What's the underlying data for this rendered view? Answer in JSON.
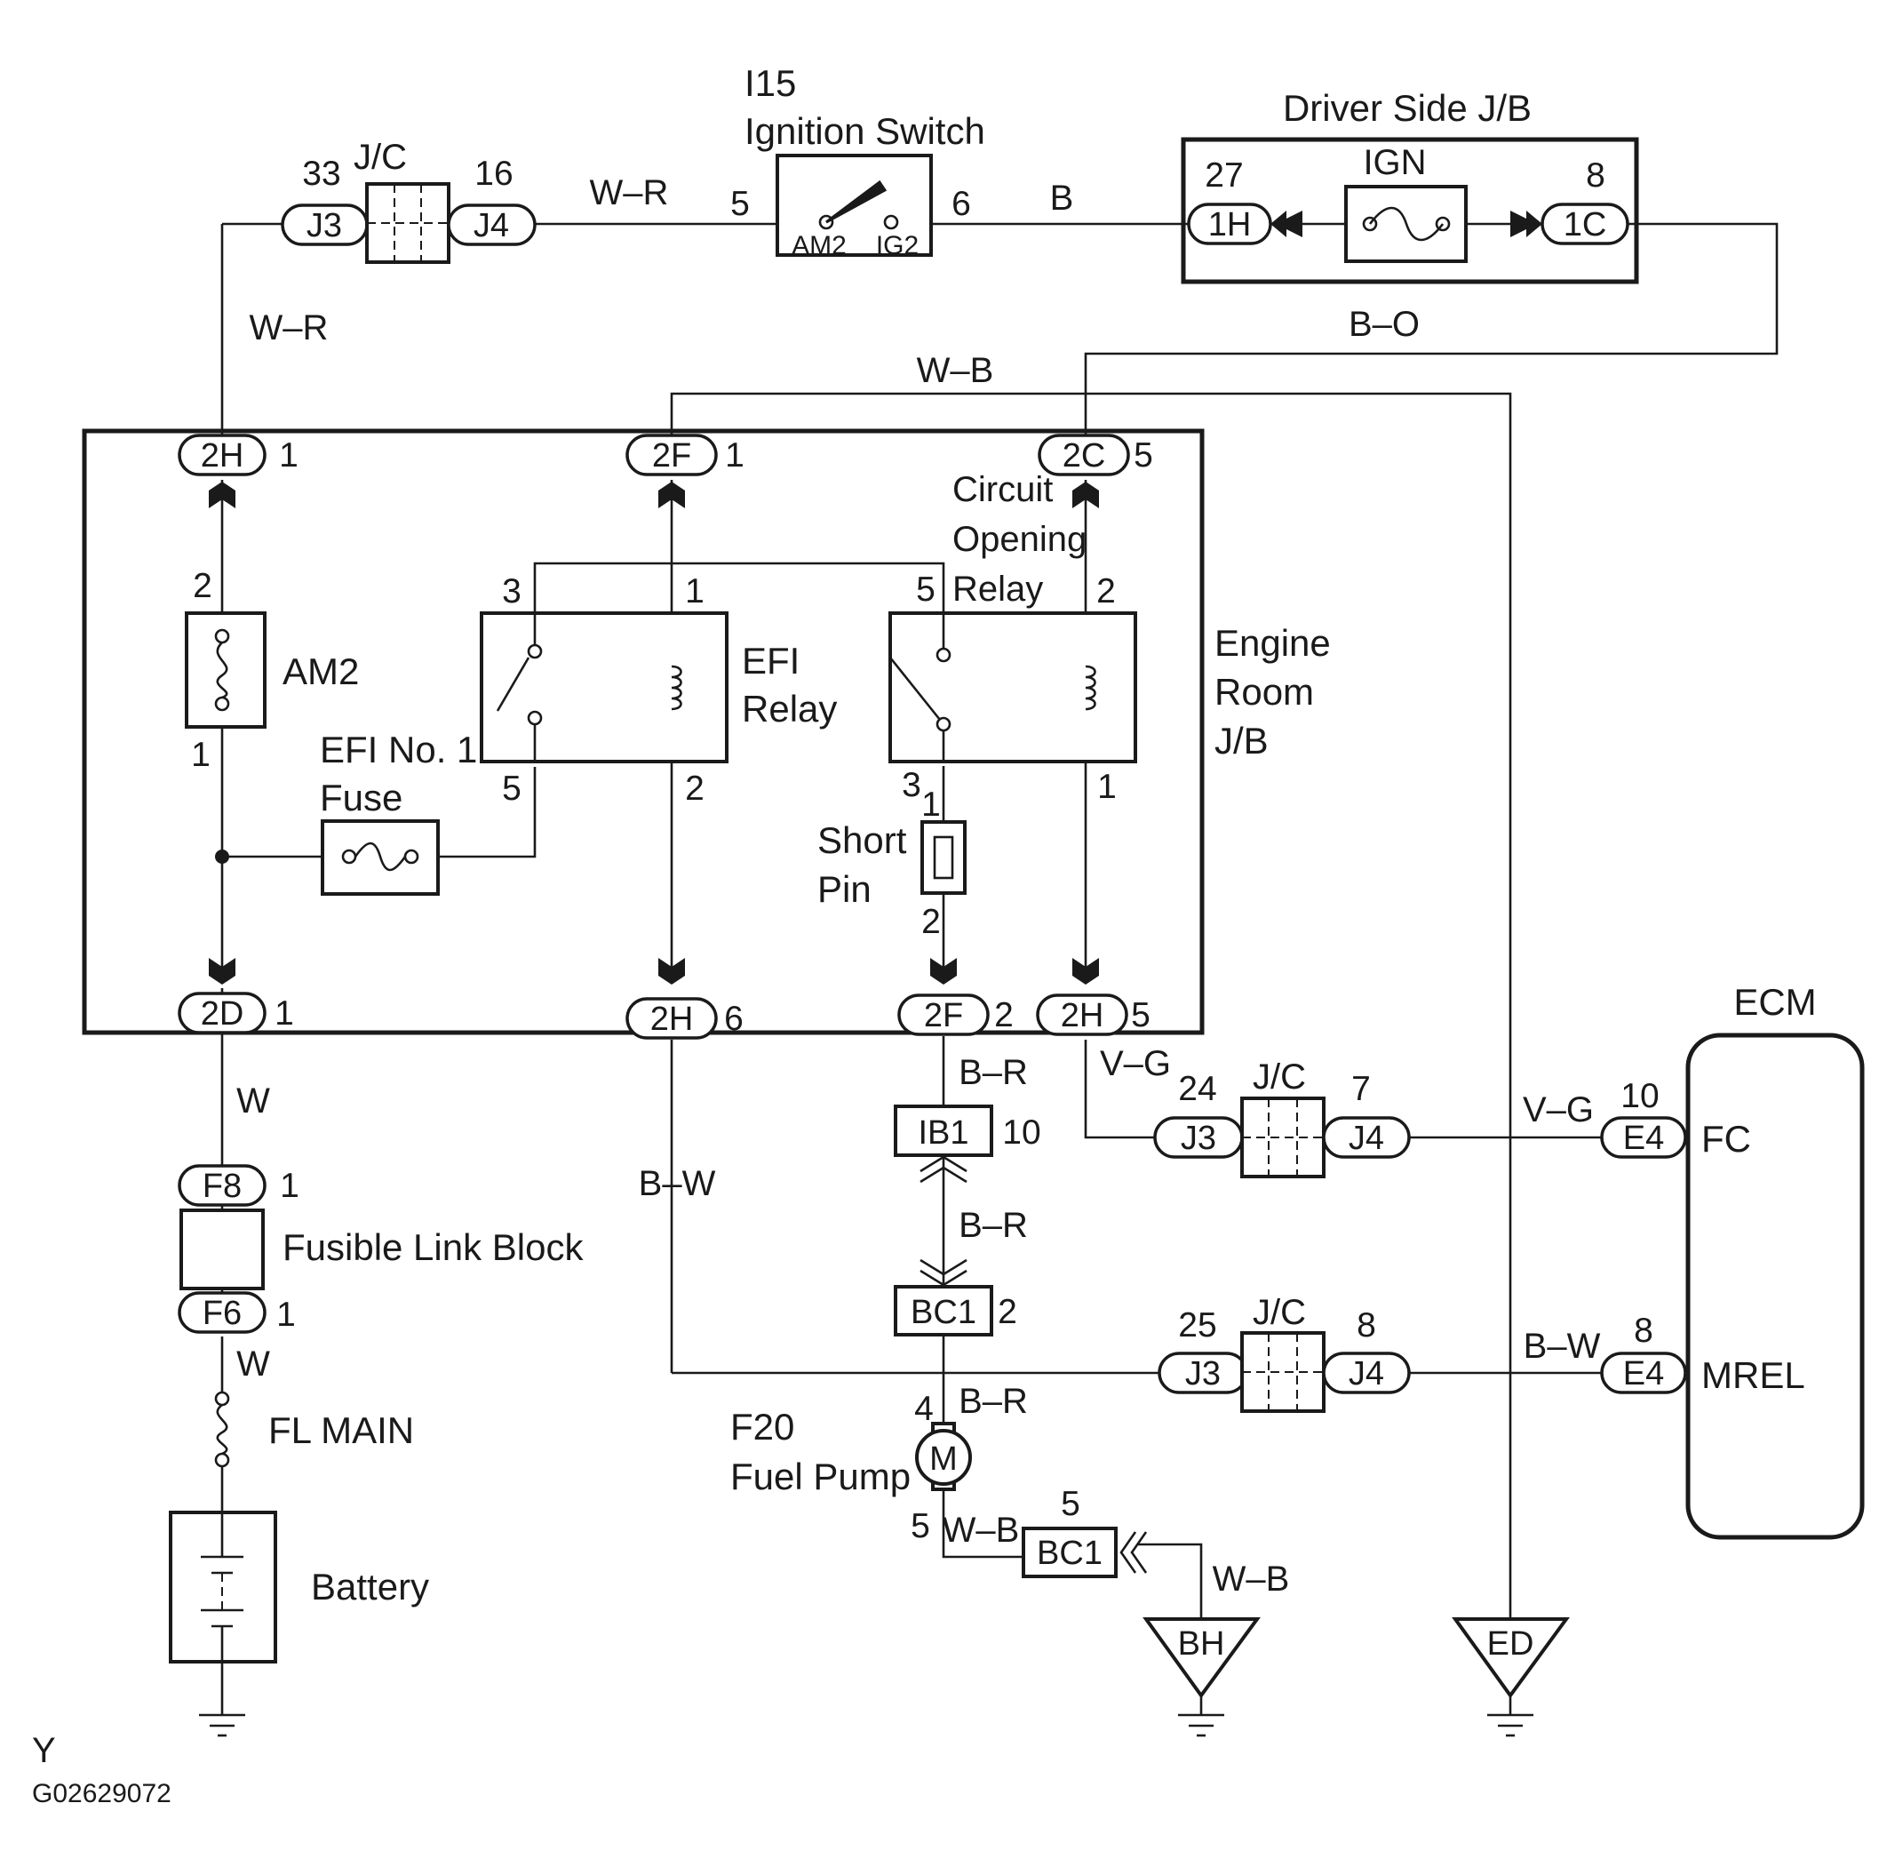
{
  "ignition_switch": {
    "code": "I15",
    "name": "Ignition Switch",
    "term_am2": "AM2",
    "term_ig2": "IG2",
    "pin_in": "5",
    "pin_out": "6"
  },
  "driver_jb": {
    "name": "Driver Side J/B",
    "fuse": "IGN",
    "left_conn": "1H",
    "left_pin": "27",
    "right_conn": "1C",
    "right_pin": "8"
  },
  "jc_top": {
    "name": "J/C",
    "left_conn": "J3",
    "left_pin": "33",
    "right_conn": "J4",
    "right_pin": "16"
  },
  "engine_jb": {
    "name_line1": "Engine",
    "name_line2": "Room",
    "name_line3": "J/B",
    "top_connectors": [
      {
        "name": "2H",
        "pin": "1"
      },
      {
        "name": "2F",
        "pin": "1"
      },
      {
        "name": "2C",
        "pin": "5"
      }
    ],
    "bottom_connectors": [
      {
        "name": "2D",
        "pin": "1"
      },
      {
        "name": "2H",
        "pin": "6"
      },
      {
        "name": "2F",
        "pin": "2"
      },
      {
        "name": "2H",
        "pin": "5"
      }
    ],
    "am2_fuse": {
      "name": "AM2",
      "pin_top": "2",
      "pin_bottom": "1"
    },
    "efi_fuse": {
      "line1": "EFI No. 1",
      "line2": "Fuse"
    },
    "efi_relay": {
      "line1": "EFI",
      "line2": "Relay",
      "pin_3": "3",
      "pin_1": "1",
      "pin_5": "5",
      "pin_2": "2"
    },
    "circuit_relay": {
      "line1": "Circuit",
      "line2": "Opening",
      "line3": "Relay",
      "pin_5": "5",
      "pin_2": "2",
      "pin_3": "3",
      "pin_1": "1"
    },
    "short_pin": {
      "line1": "Short",
      "line2": "Pin",
      "pin_top": "1",
      "pin_bottom": "2"
    }
  },
  "fusible_link": {
    "name": "Fusible Link Block",
    "top_conn": "F8",
    "top_pin": "1",
    "bottom_conn": "F6",
    "bottom_pin": "1"
  },
  "fl_main": "FL MAIN",
  "battery": "Battery",
  "ib1": {
    "name": "IB1",
    "pin": "10"
  },
  "bc1_top": {
    "name": "BC1",
    "pin": "2"
  },
  "fuel_pump": {
    "code": "F20",
    "name": "Fuel Pump",
    "symbol": "M",
    "pin_top": "4",
    "pin_bottom": "5"
  },
  "bc1_bottom": {
    "name": "BC1",
    "pin": "5"
  },
  "jc_mid": {
    "name": "J/C",
    "left_conn": "J3",
    "left_pin": "24",
    "right_conn": "J4",
    "right_pin": "7"
  },
  "jc_low": {
    "name": "J/C",
    "left_conn": "J3",
    "left_pin": "25",
    "right_conn": "J4",
    "right_pin": "8"
  },
  "ecm": {
    "name": "ECM",
    "fc_conn": "E4",
    "fc_pin": "10",
    "fc_label": "FC",
    "mrel_conn": "E4",
    "mrel_pin": "8",
    "mrel_label": "MREL"
  },
  "grounds": {
    "bh": "BH",
    "ed": "ED"
  },
  "wires": {
    "wr_top": "W–R",
    "b_top": "B",
    "wr_left": "W–R",
    "bo": "B–O",
    "wb_top": "W–B",
    "w_1": "W",
    "w_2": "W",
    "br_1": "B–R",
    "br_2": "B–R",
    "br_3": "B–R",
    "bw_mid": "B–W",
    "vg_1": "V–G",
    "vg_2": "V–G",
    "bw_ecm": "B–W",
    "wb_pump": "W–B",
    "wb_bh": "W–B"
  },
  "footer": {
    "line1": "Y",
    "line2": "G02629072"
  }
}
